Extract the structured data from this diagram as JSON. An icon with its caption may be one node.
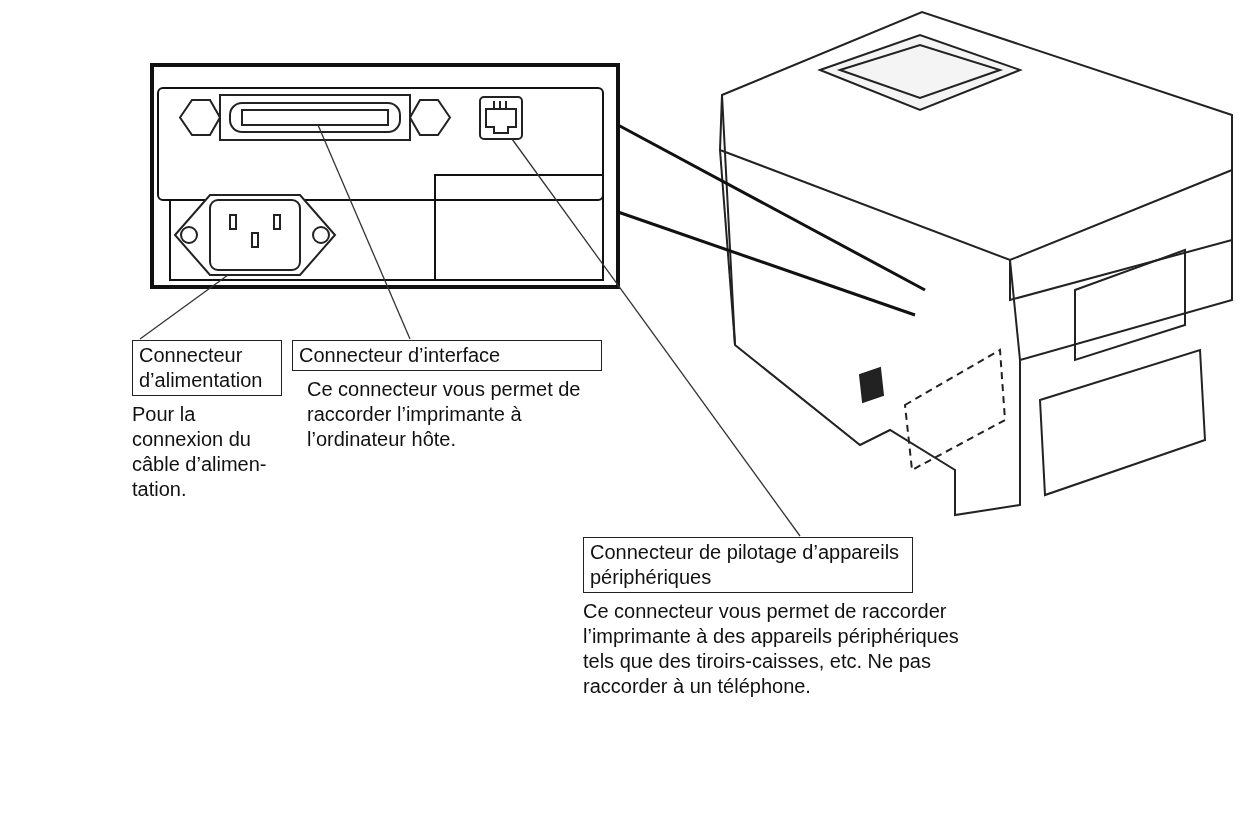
{
  "diagram": {
    "nodes": [
      {
        "text": [
          "Connecteur d’alimentation",
          "Pour la connexion du câble d’alimen-tation."
        ]
      },
      {
        "text": [
          "Connecteur d’interface",
          "Ce connecteur vous permet de raccorder l’imprimante à l’ordinateur hôte."
        ]
      },
      {
        "text": [
          "Connecteur de pilotage d’appareils périphériques",
          "Ce connecteur vous permet de raccorder l’imprimante à des appareils périphériques tels que des tiroirs-caisses, etc. Ne pas raccorder à un téléphone."
        ]
      },
      {
        "text": [],
        "shape": "box"
      },
      {
        "text": [],
        "shape": "box"
      },
      {
        "text": [],
        "shape": "box"
      }
    ],
    "edges": [
      {
        "from": 0,
        "to": 3,
        "arrow": "none"
      },
      {
        "from": 1,
        "to": 4,
        "arrow": "none"
      },
      {
        "from": 2,
        "to": 5,
        "arrow": "none"
      }
    ]
  }
}
